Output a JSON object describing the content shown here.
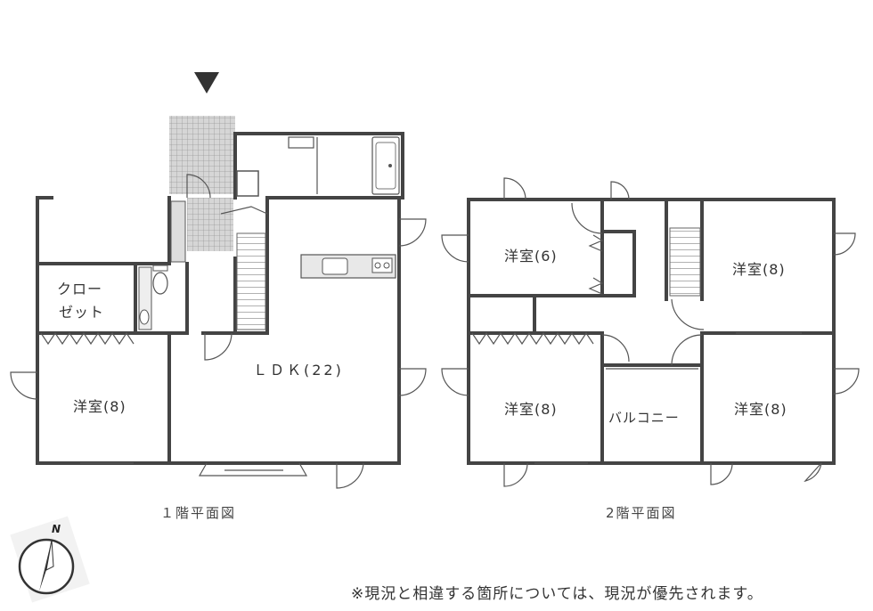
{
  "floor1": {
    "caption": "１階平面図",
    "rooms": {
      "closet_line1": "クロー",
      "closet_line2": "ゼット",
      "western_room": "洋室(8)",
      "ldk": "ＬＤＫ(22)"
    }
  },
  "floor2": {
    "caption": "2階平面図",
    "rooms": {
      "western_room_small": "洋室(6)",
      "western_room_ne": "洋室(8)",
      "western_room_sw": "洋室(8)",
      "balcony": "バルコニー",
      "western_room_se": "洋室(8)"
    }
  },
  "compass": {
    "direction_label": "N",
    "icon": "north-compass-icon"
  },
  "entrance_marker": {
    "icon": "entrance-arrow-icon"
  },
  "footnote": "※現況と相違する箇所については、現況が優先されます。",
  "colors": {
    "wall": "#444444",
    "tile": "#bdbdbd",
    "background": "#ffffff"
  }
}
